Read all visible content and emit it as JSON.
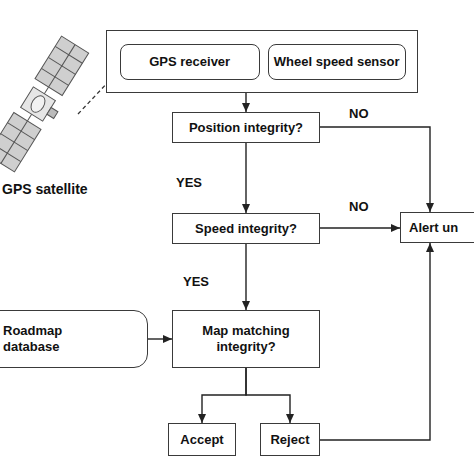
{
  "diagram": {
    "nodes": [
      {
        "text": []
      },
      {
        "text": [
          "GPS receiver"
        ],
        "in": 0
      },
      {
        "text": [
          "Wheel speed sensor"
        ],
        "in": 0
      },
      {
        "text": [
          "Position integrity?"
        ]
      },
      {
        "text": [
          "Speed integrity?"
        ]
      },
      {
        "text": [
          "Alert un"
        ]
      },
      {
        "text": [
          "Roadmap database"
        ]
      },
      {
        "text": [
          "Map matching integrity?"
        ]
      },
      {
        "text": [
          "Accept"
        ]
      },
      {
        "text": [
          "Reject"
        ]
      }
    ],
    "edges": [
      {
        "from": 0,
        "to": 3,
        "arrow": "to"
      },
      {
        "from": 3,
        "to": 5,
        "label": "NO",
        "arrow": "to"
      },
      {
        "from": 3,
        "to": 4,
        "label": "YES",
        "arrow": "to"
      },
      {
        "from": 4,
        "to": 5,
        "label": "NO",
        "arrow": "to"
      },
      {
        "from": 4,
        "to": 7,
        "label": "YES",
        "arrow": "to"
      },
      {
        "from": 6,
        "to": 7,
        "arrow": "to"
      },
      {
        "from": 7,
        "to": 8,
        "arrow": "to"
      },
      {
        "from": 7,
        "to": 9,
        "arrow": "to"
      },
      {
        "from": 9,
        "to": 5,
        "arrow": "to"
      }
    ],
    "labels": [
      "GPS satellite"
    ]
  }
}
